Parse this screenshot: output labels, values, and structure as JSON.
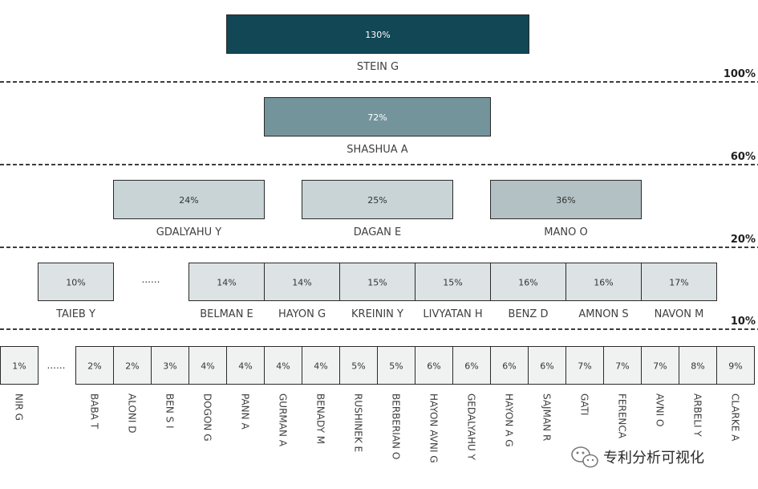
{
  "chart_data": {
    "type": "tier-boxes",
    "thresholds": [
      "100%",
      "60%",
      "20%",
      "10%"
    ],
    "ellipsis": "......",
    "tiers": [
      {
        "items": [
          {
            "name": "STEIN G",
            "value": "130%"
          }
        ]
      },
      {
        "items": [
          {
            "name": "SHASHUA A",
            "value": "72%"
          }
        ]
      },
      {
        "items": [
          {
            "name": "GDALYAHU Y",
            "value": "24%"
          },
          {
            "name": "DAGAN E",
            "value": "25%"
          },
          {
            "name": "MANO O",
            "value": "36%"
          }
        ]
      },
      {
        "items": [
          {
            "name": "TAIEB Y",
            "value": "10%"
          },
          {
            "name": "BELMAN E",
            "value": "14%"
          },
          {
            "name": "HAYON G",
            "value": "14%"
          },
          {
            "name": "KREININ Y",
            "value": "15%"
          },
          {
            "name": "LIVYATAN H",
            "value": "15%"
          },
          {
            "name": "BENZ D",
            "value": "16%"
          },
          {
            "name": "AMNON S",
            "value": "16%"
          },
          {
            "name": "NAVON M",
            "value": "17%"
          }
        ]
      },
      {
        "items": [
          {
            "name": "NIR G",
            "value": "1%"
          },
          {
            "name": "BABA T",
            "value": "2%"
          },
          {
            "name": "ALONI D",
            "value": "2%"
          },
          {
            "name": "BEN S I",
            "value": "3%"
          },
          {
            "name": "DOGON G",
            "value": "4%"
          },
          {
            "name": "PANN A",
            "value": "4%"
          },
          {
            "name": "GURMAN A",
            "value": "4%"
          },
          {
            "name": "BENADY M",
            "value": "4%"
          },
          {
            "name": "RUSHINEK E",
            "value": "5%"
          },
          {
            "name": "BERBERIAN O",
            "value": "5%"
          },
          {
            "name": "HAYON AVNI G",
            "value": "6%"
          },
          {
            "name": "GEDALYAHU Y",
            "value": "6%"
          },
          {
            "name": "HAYON A G",
            "value": "6%"
          },
          {
            "name": "SAJMAN R",
            "value": "6%"
          },
          {
            "name": "GATI",
            "value": "7%"
          },
          {
            "name": "FERENCA",
            "value": "7%"
          },
          {
            "name": "AVNI O",
            "value": "7%"
          },
          {
            "name": "ARBELI Y",
            "value": "8%"
          },
          {
            "name": "CLARKE A",
            "value": "9%"
          }
        ]
      }
    ]
  },
  "colors": {
    "level_130": "#124756",
    "level_72": "#74949c",
    "level_36": "#b3c0c4",
    "level_25": "#c8d4d6",
    "level_low": "#dde3e4",
    "level_min": "#f0f2f2",
    "dashed_line": "#222222"
  },
  "watermark": {
    "icon": "wechat-icon",
    "text": "专利分析可视化"
  }
}
